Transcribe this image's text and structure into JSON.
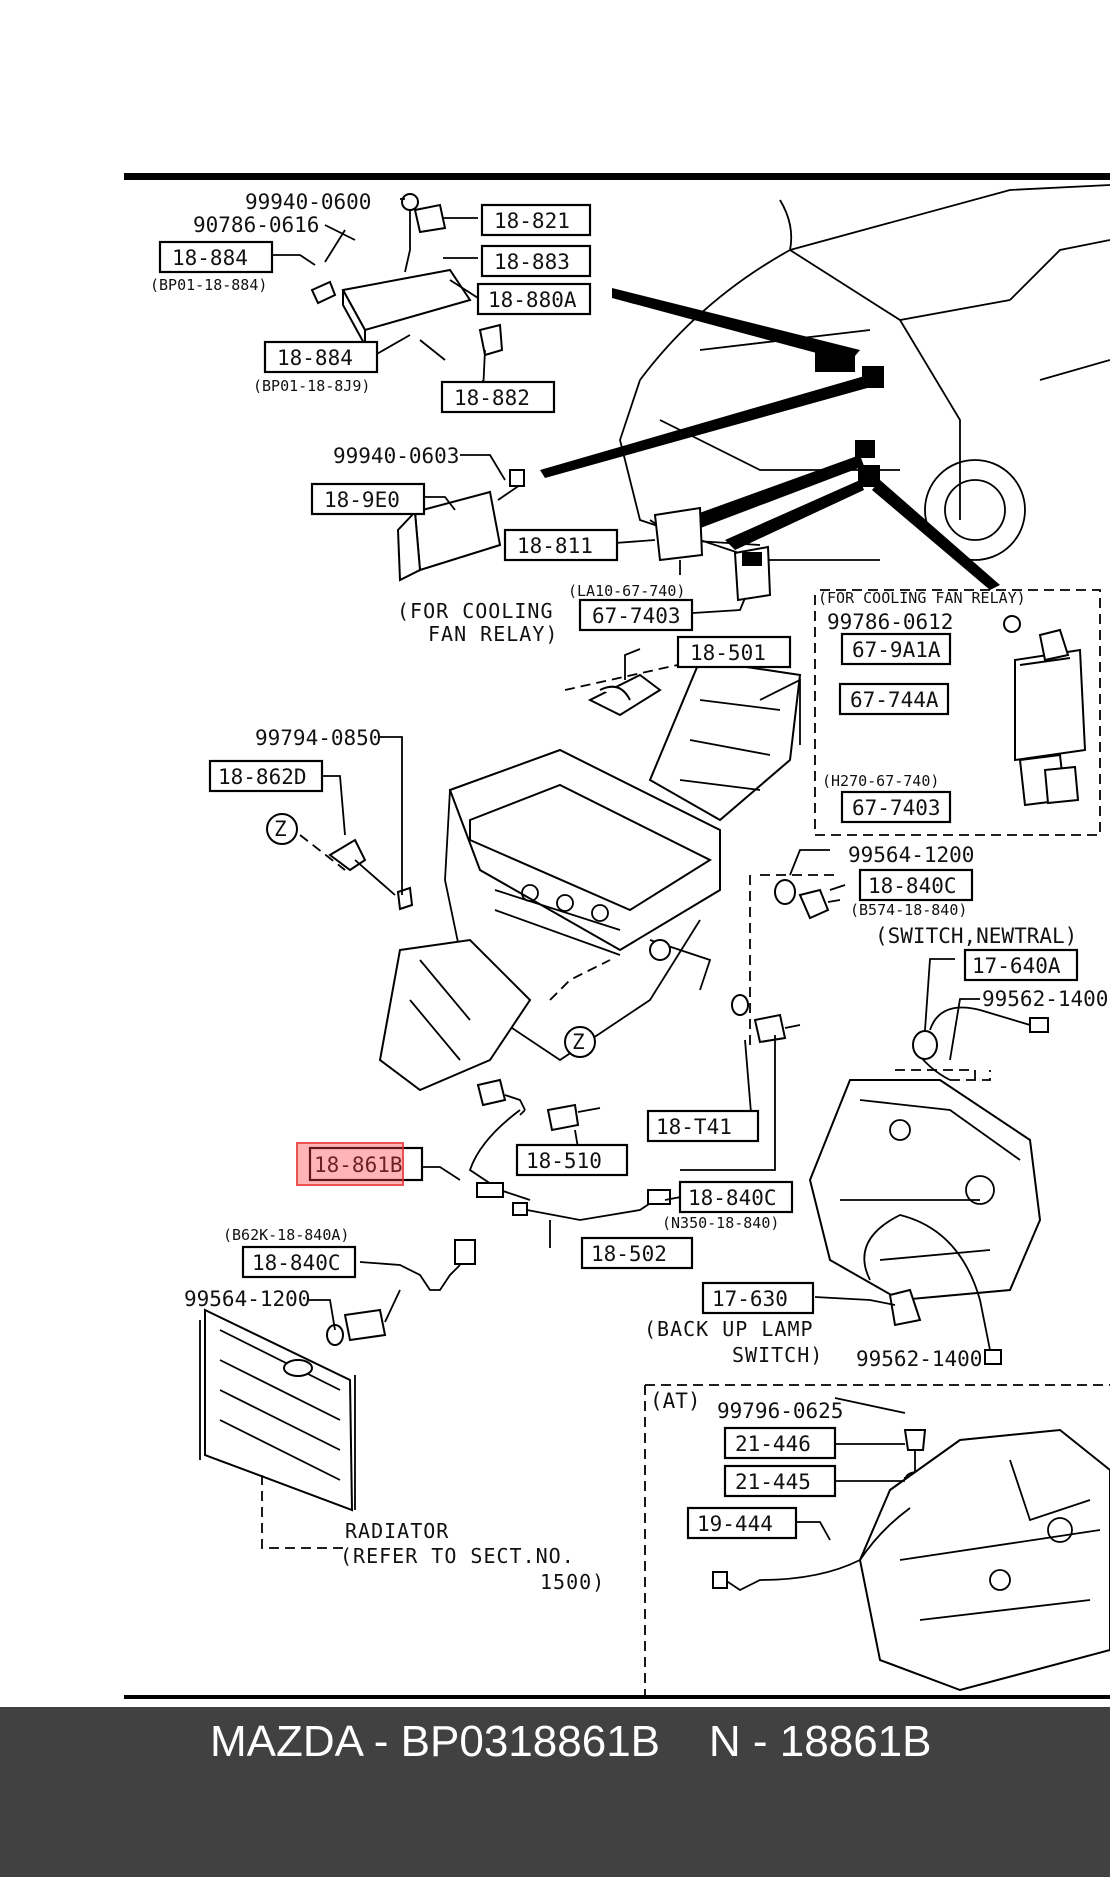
{
  "callouts": {
    "c_99940_0600": "99940-0600",
    "c_90786_0616": "90786-0616",
    "c_18_821": "18-821",
    "c_18_884_a": "18-884",
    "c_bp01_18_884": "(BP01-18-884)",
    "c_18_883": "18-883",
    "c_18_880a": "18-880A",
    "c_18_884_b": "18-884",
    "c_bp01_18_8j9": "(BP01-18-8J9)",
    "c_18_882": "18-882",
    "c_99940_0603": "99940-0603",
    "c_18_9e0": "18-9E0",
    "c_18_811": "18-811",
    "c_la10_67_740": "(LA10-67-740)",
    "c_67_7403_a": "67-7403",
    "c_for_cooling_1": "(FOR COOLING",
    "c_fan_relay_1": "FAN RELAY)",
    "c_for_cooling_fan_relay": "(FOR COOLING FAN RELAY)",
    "c_99786_0612": "99786-0612",
    "c_67_9a1a": "67-9A1A",
    "c_67_744a": "67-744A",
    "c_h270_67_740": "(H270-67-740)",
    "c_67_7403_b": "67-7403",
    "c_18_501": "18-501",
    "c_99794_0850": "99794-0850",
    "c_18_862d": "18-862D",
    "c_z_1": "Z",
    "c_z_2": "Z",
    "c_99564_1200_a": "99564-1200",
    "c_18_840c_a": "18-840C",
    "c_b574_18_840": "(B574-18-840)",
    "c_switch_newtral": "(SWITCH,NEWTRAL)",
    "c_17_640a": "17-640A",
    "c_99562_1400_a": "99562-1400",
    "c_18_t41": "18-T41",
    "c_18_861b": "18-861B",
    "c_18_510": "18-510",
    "c_18_840c_b": "18-840C",
    "c_n350_18_840": "(N350-18-840)",
    "c_18_502": "18-502",
    "c_b62k_18_840a": "(B62K-18-840A)",
    "c_18_840c_c": "18-840C",
    "c_99564_1200_b": "99564-1200",
    "c_17_630": "17-630",
    "c_back_up_lamp": "(BACK UP LAMP",
    "c_switch_close": "SWITCH)",
    "c_99562_1400_b": "99562-1400",
    "c_at": "(AT)",
    "c_99796_0625": "99796-0625",
    "c_21_446": "21-446",
    "c_21_445": "21-445",
    "c_19_444": "19-444",
    "c_radiator": "RADIATOR",
    "c_refer_to": "(REFER TO SECT.NO.",
    "c_1500": "1500)"
  },
  "footer": {
    "text": "MAZDA - BP0318861B    N - 18861B"
  },
  "colors": {
    "footer_bg": "#414141",
    "highlight": "#ff3c3c"
  }
}
